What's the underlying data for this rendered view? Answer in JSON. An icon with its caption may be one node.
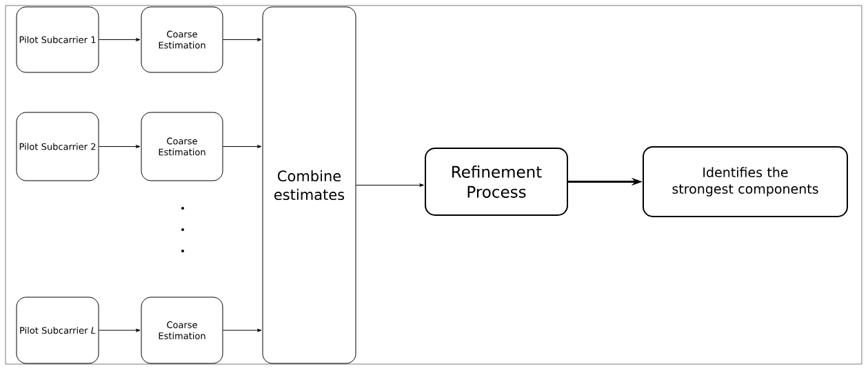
{
  "diagram": {
    "nodes": [
      {
        "text": [
          "Pilot Subcarrier 1"
        ]
      },
      {
        "text": [
          "Coarse Estimation"
        ]
      },
      {
        "text": [
          "Pilot Subcarrier 2"
        ]
      },
      {
        "text": [
          "Coarse Estimation"
        ]
      },
      {
        "text": [
          "Pilot Subcarrier *L*"
        ]
      },
      {
        "text": [
          "Coarse Estimation"
        ]
      },
      {
        "text": [
          "Combine estimates"
        ]
      },
      {
        "text": [
          "Refinement Process"
        ]
      },
      {
        "text": [
          "Identifies the strongest components"
        ]
      }
    ],
    "edges": [
      {
        "from": 0,
        "to": 1,
        "arrow": "to"
      },
      {
        "from": 1,
        "to": 6,
        "arrow": "to"
      },
      {
        "from": 2,
        "to": 3,
        "arrow": "to"
      },
      {
        "from": 3,
        "to": 6,
        "arrow": "to"
      },
      {
        "from": 4,
        "to": 5,
        "arrow": "to"
      },
      {
        "from": 5,
        "to": 6,
        "arrow": "to"
      },
      {
        "from": 6,
        "to": 7,
        "arrow": "to"
      },
      {
        "from": 7,
        "to": 8,
        "arrow": "to",
        "style": "thick"
      }
    ]
  }
}
